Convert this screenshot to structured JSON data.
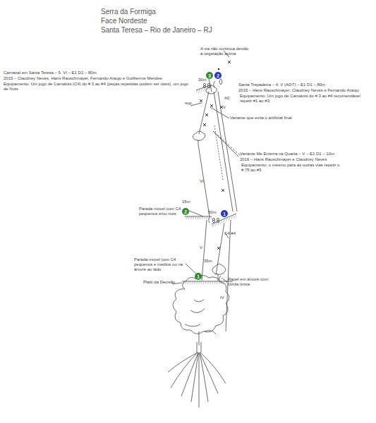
{
  "diagram": {
    "title": "Serra da Formiga",
    "nodes": [
      {
        "text": [
          "3"
        ]
      },
      {
        "text": [
          "2"
        ]
      },
      {
        "text": [
          "2"
        ]
      },
      {
        "text": [
          "1"
        ]
      },
      {
        "text": [
          "1"
        ]
      }
    ],
    "labels": [
      "Face Nordeste",
      "Santa Teresa – Rio de Janeiro – RJ",
      "A via não continua devido à vegetação acima",
      "Carnaval em Santa Teresa – 5. VI – E1 D1 – 80m",
      "2015 – Claudney Neves, Hans Rauschmayer, Fernando Araujo e Guilherme Mendes",
      "Equipamento: Um jogo de Camalots (C4) do #.3 ao #4 (peças repetidas podem ser úteis), um jogo de Nuts",
      "Santa Trepadeira – 4. V (A0/7) – E1 D1 – 80m",
      "2015 – Hans Rauschmayer, Claudney Neves e Fernando Araujo",
      "Equipamento: Um jogo de Camalots do #.3 ao #4 recomendável repetir #1 ao #3",
      "30m",
      "A0",
      "sup.",
      "Variante que evita o artificial final",
      "V",
      "Variante Me Enterra na Quarta – V – E1 D1 – 10m",
      "2016 – Hans Rauschmayer e Claudney Neves",
      "Equipamento: o mesmo para as outras vias repetir o #.75 ao #3",
      "VI",
      "15m",
      "Parada móvel com C4 pequenos e/ou nuts",
      "50m",
      "C4 #4",
      "V",
      "35m",
      "Parada móvel com C4 pequenos e médios ou na árvore ao lado",
      "Platô da Decisão",
      "Rapel em árvore com corda única",
      "IV"
    ]
  }
}
